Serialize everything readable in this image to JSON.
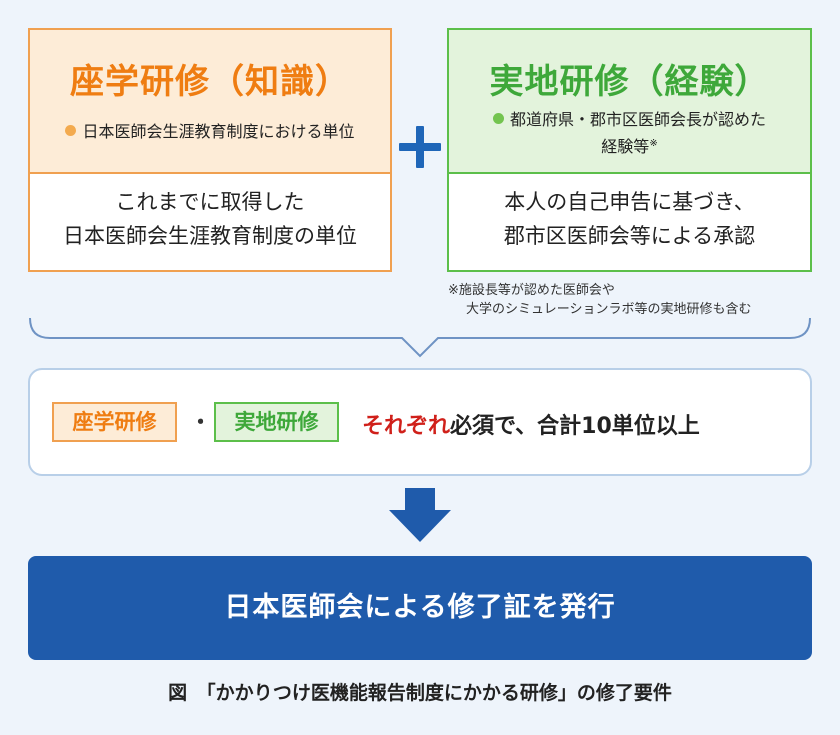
{
  "zagaku": {
    "title": "座学研修（知識）",
    "bullet": "日本医師会生涯教育制度における単位",
    "body_lines": [
      "これまでに取得した",
      "日本医師会生涯教育制度の単位"
    ]
  },
  "plus_symbol": "+",
  "jitchi": {
    "title": "実地研修（経験）",
    "bullet_line1": "都道府県・郡市区医師会長が認めた",
    "bullet_line2": "経験等",
    "bullet_mark": "※",
    "body_lines": [
      "本人の自己申告に基づき、",
      "郡市区医師会等による承認"
    ]
  },
  "note": {
    "line1": "※施設長等が認めた医師会や",
    "line2": "大学のシミュレーションラボ等の実地研修も含む"
  },
  "requirement": {
    "tag_zagaku": "座学研修",
    "separator": "・",
    "tag_jitchi": "実地研修",
    "emphasis": "それぞれ",
    "rest": "必須で、合計10単位以上"
  },
  "result": "日本医師会による修了証を発行",
  "caption": "図　「かかりつけ医機能報告制度にかかる研修」の修了要件",
  "colors": {
    "orange": "#ef7d12",
    "green": "#3ea83a",
    "blue": "#1f5bab",
    "red": "#d0201a"
  }
}
